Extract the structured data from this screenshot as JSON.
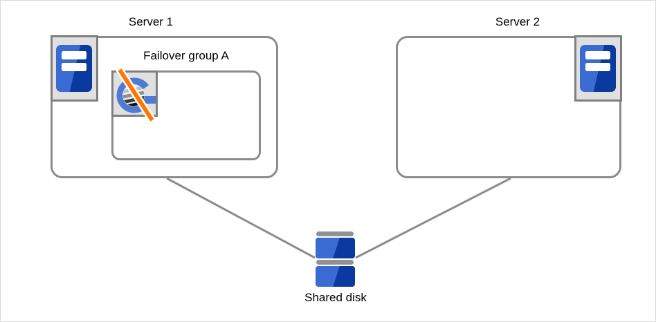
{
  "labels": {
    "server1": "Server 1",
    "server2": "Server 2",
    "failover_group": "Failover group A",
    "shared_disk": "Shared disk"
  },
  "icons": {
    "server1": "server-tower-icon",
    "server2": "server-tower-icon",
    "failover_group": "group-globe-icon",
    "group_status": "stopped-slash-icon",
    "shared_disk": "disk-stack-icon"
  },
  "connections": [
    {
      "from": "server1-box",
      "to": "shared-disk-icon"
    },
    {
      "from": "server2-box",
      "to": "shared-disk-icon"
    }
  ],
  "theme": {
    "canvas_border": "#d9d9d9",
    "box_border": "#8c8c8c",
    "line_gray": "#8c8c8c",
    "icon_box_bg": "#e0e0e0",
    "icon_box_border": "#7f7f7f",
    "server_blue_light": "#3a6bd2",
    "server_blue_dark": "#0a3a9e",
    "g_arc_blue": "#4d7cd2",
    "sphere_bg": "#f1f1f1",
    "slash_orange": "#ff7700",
    "disk_bar_gray": "#919191",
    "text_color": "#000000"
  }
}
